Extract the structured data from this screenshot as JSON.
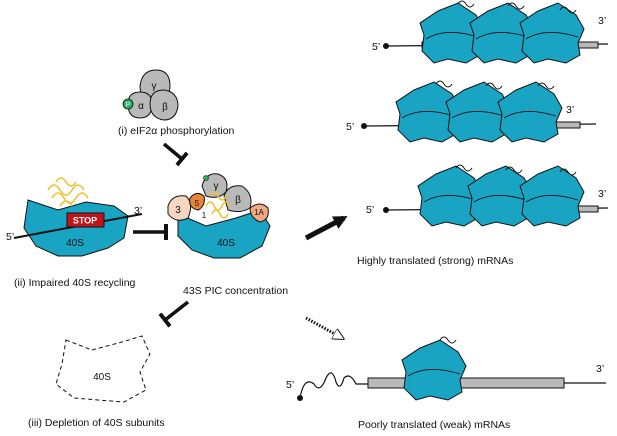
{
  "labels": {
    "eif2a_phosphorylation": "(i) eIF2α phosphorylation",
    "impaired_recycling": "(ii) Impaired 40S recycling",
    "depletion_40s": "(iii) Depletion of 40S subunits",
    "pic_concentration": "43S PIC concentration",
    "highly_translated": "Highly translated (strong) mRNAs",
    "poorly_translated": "Poorly translated (weak) mRNAs"
  },
  "eif2": {
    "gamma": "γ",
    "alpha": "α",
    "beta": "β",
    "phospho": "P"
  },
  "recycling": {
    "stop": "STOP",
    "subunit": "40S",
    "five_prime": "5’",
    "three_prime": "3’"
  },
  "pic": {
    "subunit": "40S",
    "factor_3": "3",
    "factor_5": "5",
    "factor_1": "1",
    "factor_1a": "1A",
    "gamma": "γ",
    "beta": "β"
  },
  "depletion": {
    "subunit": "40S"
  },
  "mrna_strong": [
    {
      "five_prime": "5’",
      "three_prime": "3’"
    },
    {
      "five_prime": "5’",
      "three_prime": "3’"
    },
    {
      "five_prime": "5’",
      "three_prime": "3’"
    }
  ],
  "mrna_weak": {
    "five_prime": "5’",
    "three_prime": "3’"
  },
  "colors": {
    "ribosome": "#1aa4c4",
    "initiation_factor": "#b9b9b9",
    "stop": "#c0151b",
    "trna": "#f2c12e",
    "phospho": "#27ae60"
  }
}
